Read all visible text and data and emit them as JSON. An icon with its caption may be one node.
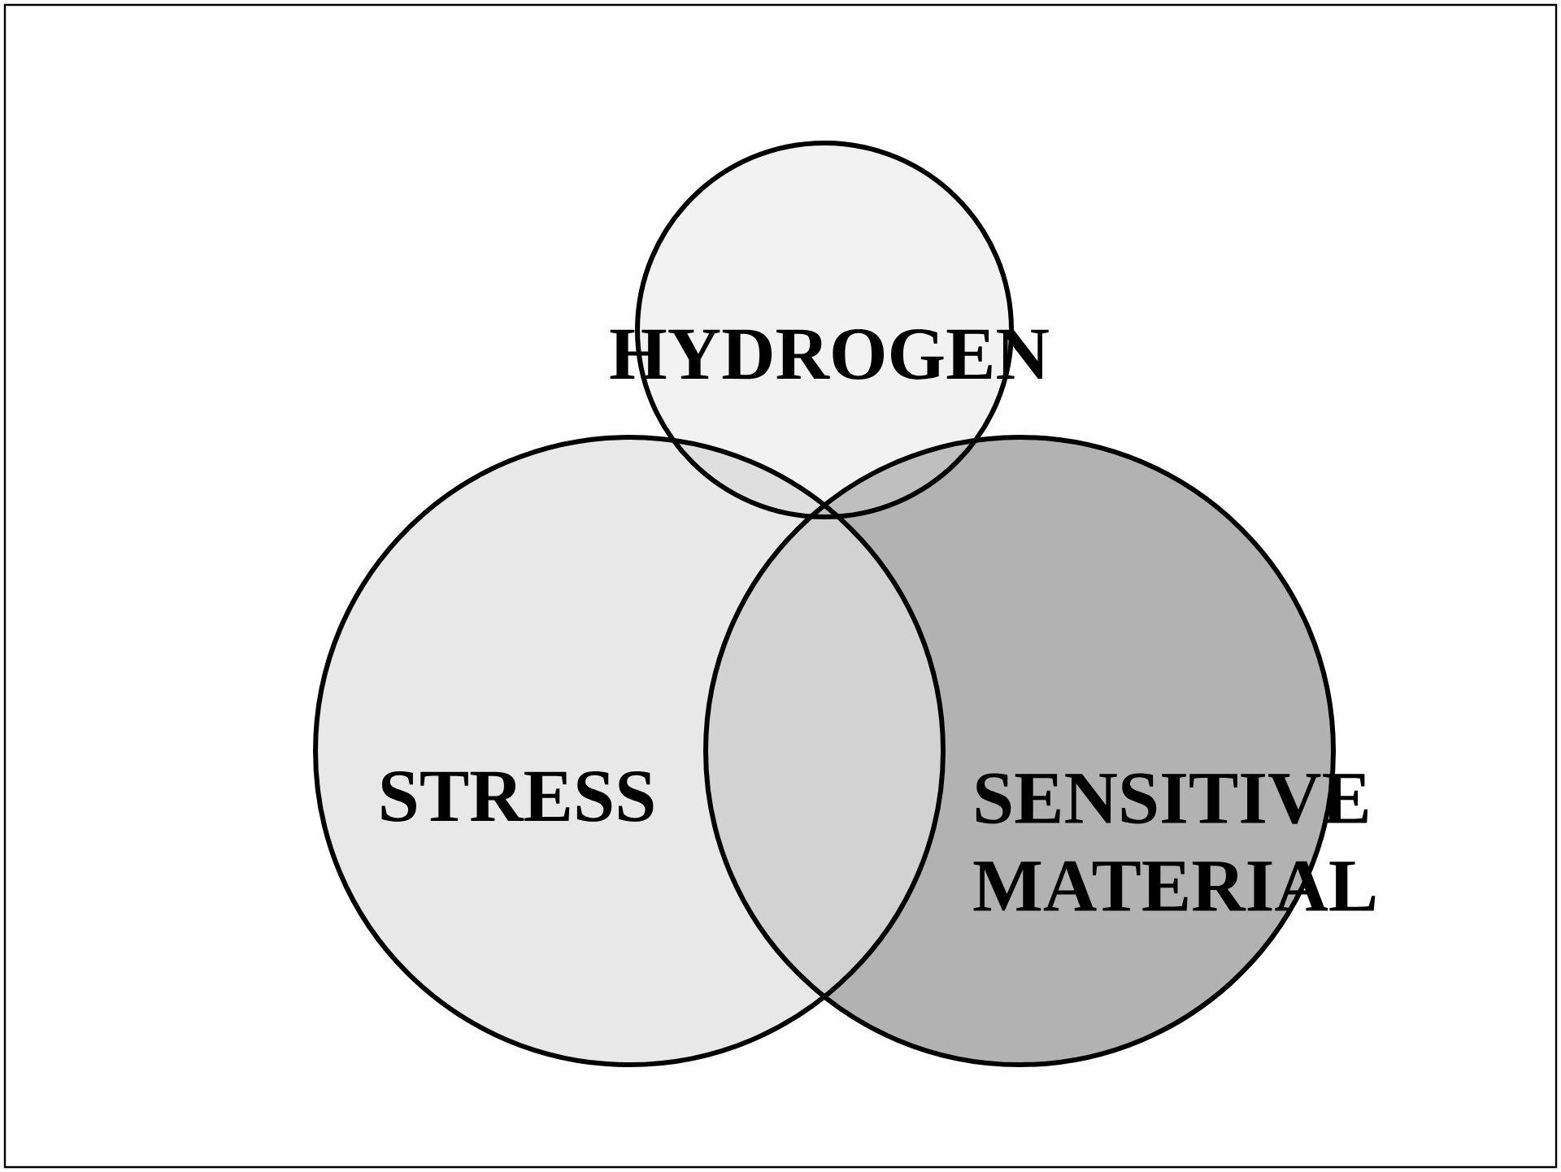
{
  "diagram": {
    "nodes": [
      {
        "text": [
          "HYDROGEN"
        ]
      },
      {
        "text": [
          "STRESS"
        ]
      },
      {
        "text": [
          "SENSITIVE MATERIAL"
        ]
      }
    ]
  }
}
